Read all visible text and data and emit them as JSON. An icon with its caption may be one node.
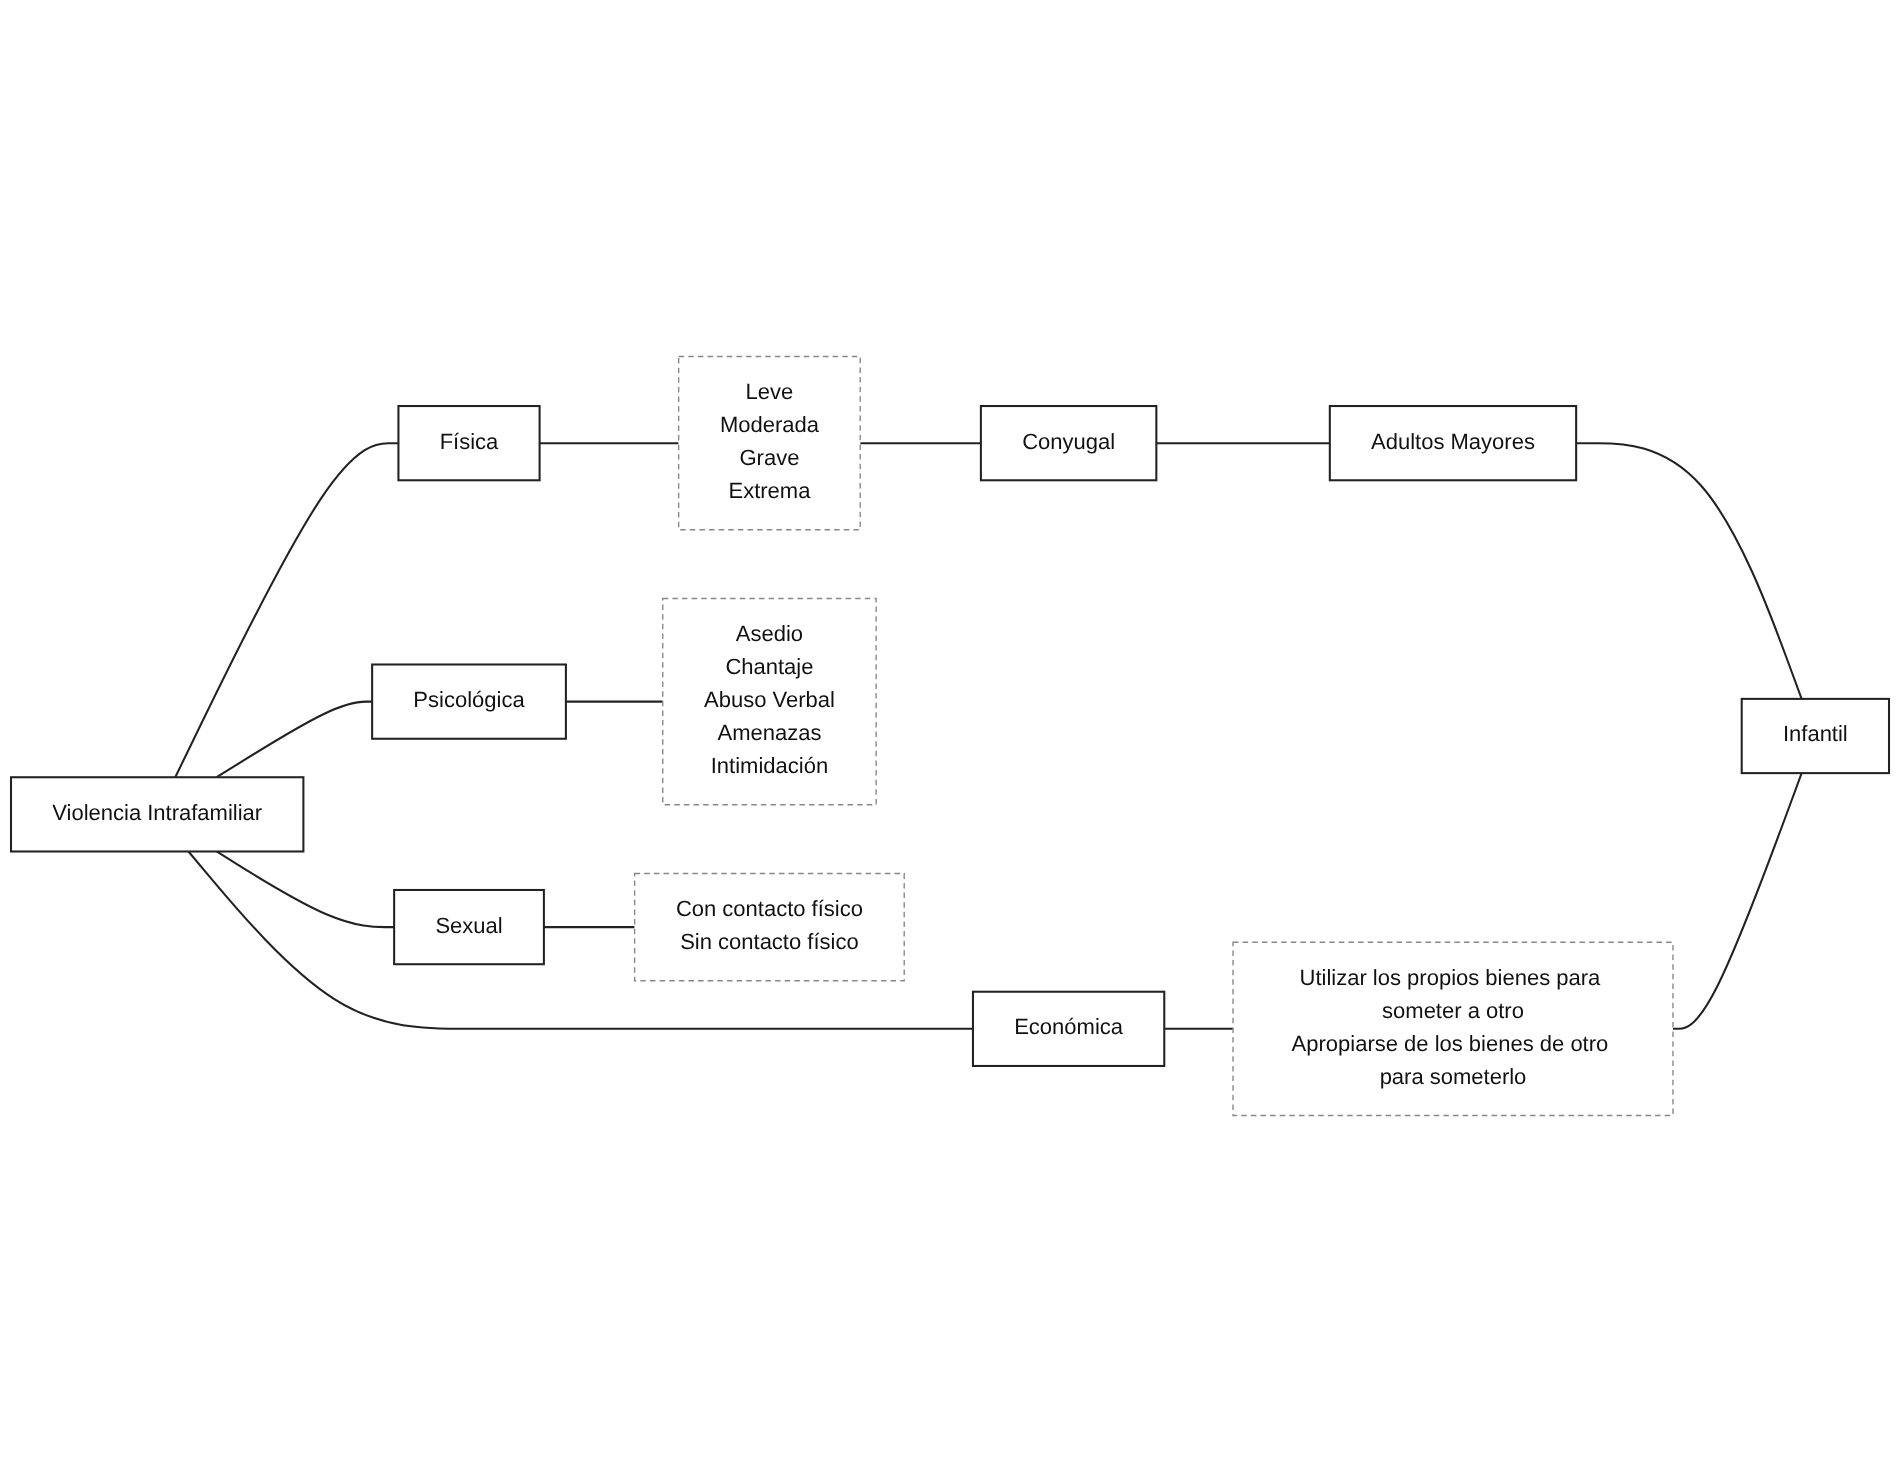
{
  "diagram": {
    "nodes": [
      {
        "text": [
          "Violencia Intrafamiliar"
        ]
      },
      {
        "text": [
          "Física"
        ]
      },
      {
        "text": [
          "Leve",
          "Moderada",
          "Grave",
          "Extrema"
        ]
      },
      {
        "text": [
          "Psicológica"
        ]
      },
      {
        "text": [
          "Asedio",
          "Chantaje",
          "Abuso Verbal",
          "Amenazas",
          "Intimidación"
        ]
      },
      {
        "text": [
          "Sexual"
        ]
      },
      {
        "text": [
          "Con contacto físico",
          "Sin contacto físico"
        ]
      },
      {
        "text": [
          "Económica"
        ]
      },
      {
        "text": [
          "Utilizar los propios bienes para someter a otro",
          "Apropiarse de los bienes de otro para someterlo"
        ]
      },
      {
        "text": [
          "Conyugal"
        ]
      },
      {
        "text": [
          "Adultos Mayores"
        ]
      },
      {
        "text": [
          "Infantil"
        ]
      }
    ],
    "edges": [
      {
        "from": 0,
        "to": 1,
        "arrow": "none"
      },
      {
        "from": 0,
        "to": 3,
        "arrow": "none"
      },
      {
        "from": 0,
        "to": 5,
        "arrow": "none"
      },
      {
        "from": 0,
        "to": 7,
        "arrow": "none"
      },
      {
        "from": 1,
        "to": 2,
        "arrow": "none"
      },
      {
        "from": 3,
        "to": 4,
        "arrow": "none"
      },
      {
        "from": 5,
        "to": 6,
        "arrow": "none"
      },
      {
        "from": 7,
        "to": 8,
        "arrow": "none"
      },
      {
        "from": 2,
        "to": 9,
        "arrow": "none"
      },
      {
        "from": 9,
        "to": 10,
        "arrow": "none"
      },
      {
        "from": 10,
        "to": 11,
        "arrow": "none"
      },
      {
        "from": 8,
        "to": 11,
        "arrow": "none"
      }
    ]
  }
}
